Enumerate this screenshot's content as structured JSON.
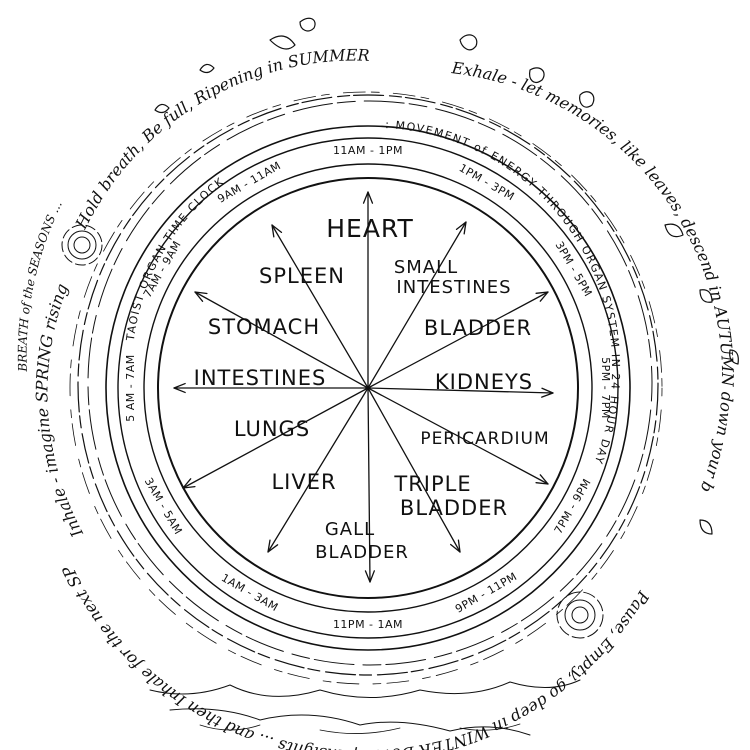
{
  "center_title": "HEART",
  "organs": {
    "spleen": "SPLEEN",
    "small_intestines_1": "SMALL",
    "small_intestines_2": "INTESTINES",
    "stomach": "STOMACH",
    "bladder": "BLADDER",
    "intestines": "INTESTINES",
    "kidneys": "KIDNEYS",
    "lungs": "LUNGS",
    "pericardium": "PERICARDIUM",
    "liver": "LIVER",
    "triple_1": "TRIPLE",
    "triple_2": "BLADDER",
    "gall_1": "GALL",
    "gall_2": "BLADDER"
  },
  "times": [
    "11AM - 1PM",
    "1PM - 3PM",
    "3PM - 5PM",
    "5PM - 7PM",
    "7PM - 9PM",
    "9PM - 11PM",
    "11PM - 1AM",
    "1AM - 3AM",
    "3AM - 5AM",
    "5 AM - 7AM",
    "7AM - 9AM",
    "9AM - 11AM"
  ],
  "band": {
    "left": "TAOIST ORGAN TIME CLOCK",
    "right": ": MOVEMENT of ENERGY THROUGH ORGAN SYSTEM IN 24 HOUR DAY"
  },
  "poem": {
    "summer": "Hold breath, Be full, Ripening in SUMMER",
    "autumn": "Exhale - let memories, like leaves, descend in AUTUMN down your back",
    "winter": "Pause, Empty, go deep in WINTER Develop insights ... and then Inhale for the next SPRING rise",
    "spring": "Inhale - imagine SPRING rising",
    "breath": "BREATH of the SEASONS ..."
  },
  "colors": {
    "ink": "#111111",
    "paper": "#ffffff"
  }
}
